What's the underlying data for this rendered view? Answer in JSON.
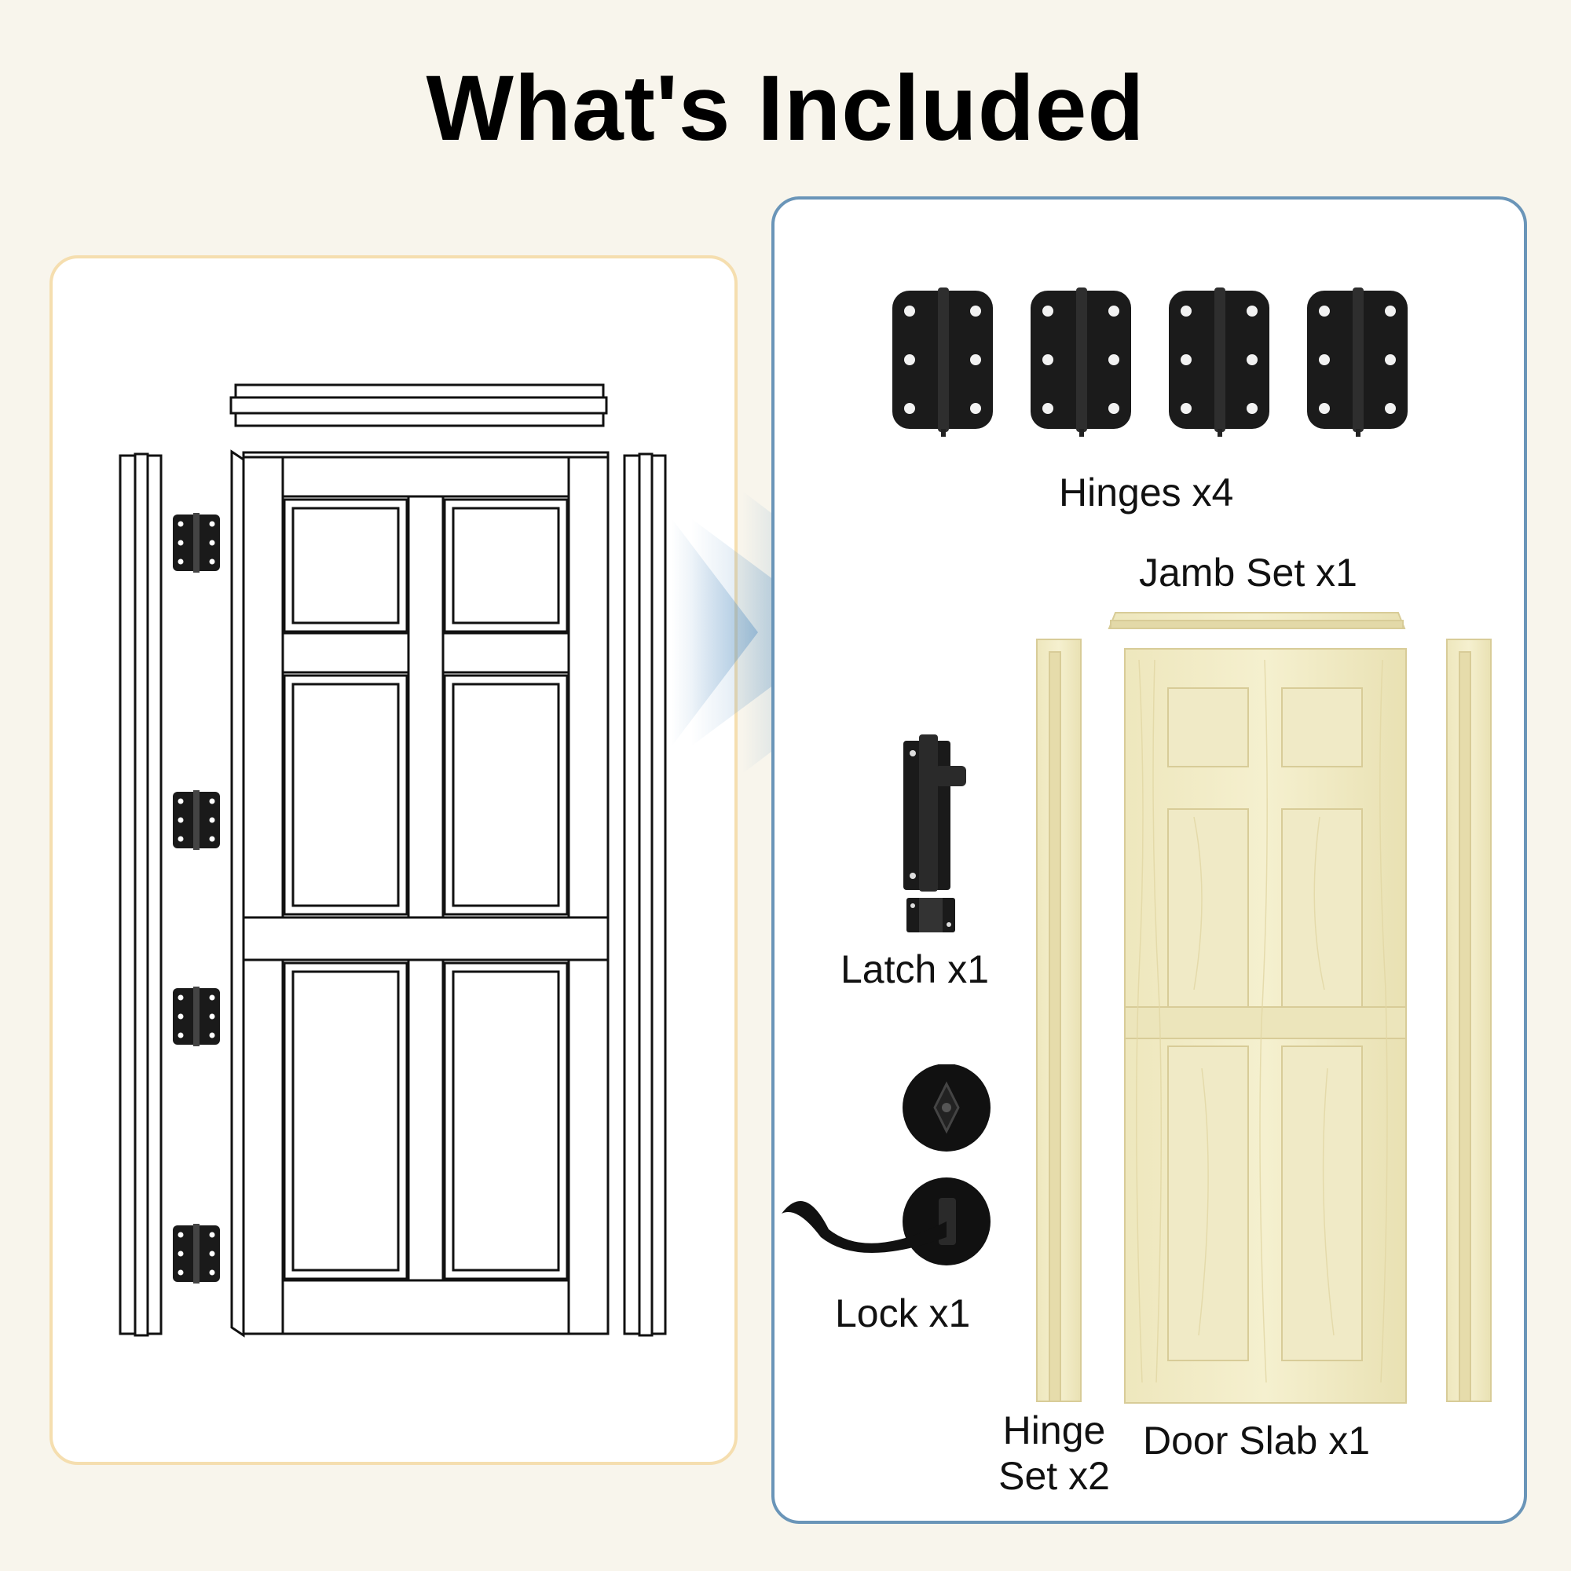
{
  "title": "What's Included",
  "items": {
    "hinges": {
      "label": "Hinges x4"
    },
    "jamb_set": {
      "label": "Jamb Set x1"
    },
    "latch": {
      "label": "Latch x1"
    },
    "lock": {
      "label": "Lock x1"
    },
    "hinge_set": {
      "label_line1": "Hinge",
      "label_line2": "Set x2"
    },
    "door_slab": {
      "label": "Door Slab x1"
    }
  },
  "colors": {
    "background": "#f8f5ec",
    "left_panel_border": "#f5deaf",
    "right_panel_border": "#6a95b8",
    "arrow": "#5b93c4",
    "wood": "#f2ecc4",
    "hardware": "#1a1a1a"
  }
}
